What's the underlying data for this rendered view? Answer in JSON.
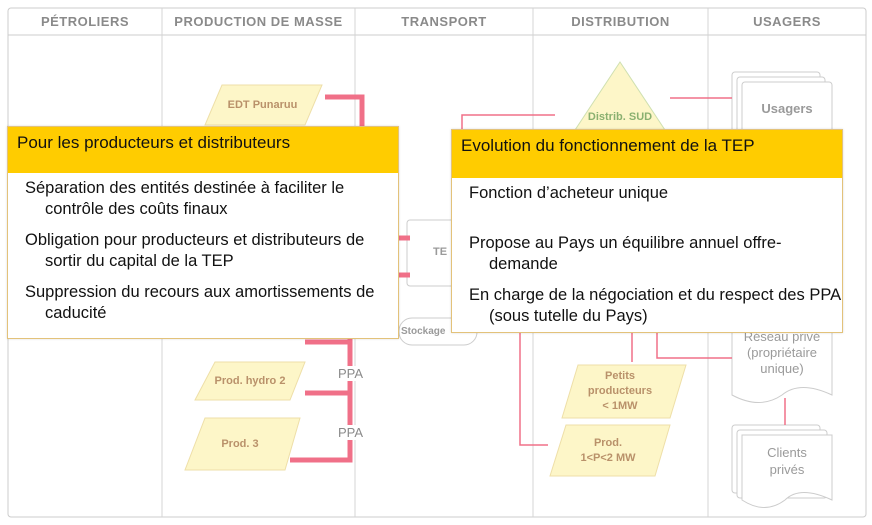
{
  "lanes": [
    "PÉTROLIERS",
    "PRODUCTION DE MASSE",
    "TRANSPORT",
    "DISTRIBUTION",
    "USAGERS"
  ],
  "nodes": {
    "edt": "EDT Punaruu",
    "distrib": "Distrib. SUD",
    "usagers": "Usagers",
    "te": "TE",
    "stockage": "Stockage",
    "hydro2": "Prod. hydro 2",
    "prod3": "Prod. 3",
    "petits": "Petits\nproducteurs\n< 1MW",
    "prod12": "Prod.\n1<P<2 MW",
    "reseau": "Réseau privé\n(propriétaire\nunique)",
    "clients": "Clients\nprivés"
  },
  "ppa": [
    "PPA",
    "PPA"
  ],
  "left_box": {
    "title": "Pour les producteurs et distributeurs",
    "items": [
      "Séparation des entités destinée à faciliter le contrôle des coûts finaux",
      "Obligation pour producteurs et distributeurs de sortir du capital de la TEP",
      "Suppression du recours aux amortissements de caducité"
    ]
  },
  "right_box": {
    "title": "Evolution du fonctionnement de la TEP",
    "items": [
      "Fonction d’acheteur unique",
      "Propose au Pays un équilibre annuel offre-demande",
      "En charge de la négociation et du respect des PPA (sous tutelle du Pays)"
    ]
  },
  "colors": {
    "accent": "#ffcc00",
    "arrow": "#f07088",
    "node_fill": "#fdf6c8"
  }
}
